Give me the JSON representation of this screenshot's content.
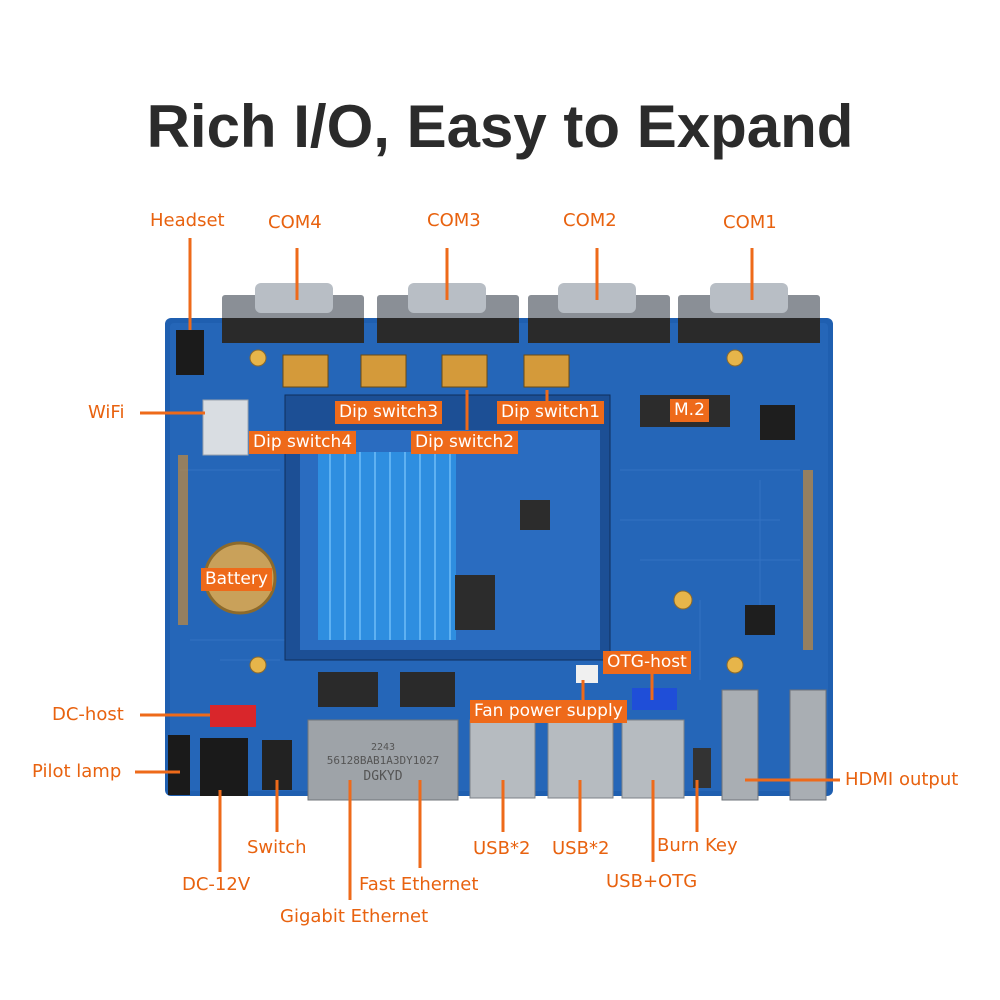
{
  "title": "Rich I/O, Easy to Expand",
  "colors": {
    "accent": "#ee6a1a",
    "board": "#1f5fb0",
    "heatsink": "#2e8ee0",
    "title": "#2b2b2b"
  },
  "labels": {
    "headset": "Headset",
    "com4": "COM4",
    "com3": "COM3",
    "com2": "COM2",
    "com1": "COM1",
    "wifi": "WiFi",
    "dc_host": "DC-host",
    "pilot_lamp": "Pilot lamp",
    "switch": "Switch",
    "dc_12v": "DC-12V",
    "gigabit_ethernet": "Gigabit Ethernet",
    "fast_ethernet": "Fast Ethernet",
    "usb2_a": "USB*2",
    "usb2_b": "USB*2",
    "usb_otg": "USB+OTG",
    "burn_key": "Burn Key",
    "hdmi_output": "HDMI output"
  },
  "tags": {
    "dip_switch3": "Dip switch3",
    "dip_switch1": "Dip switch1",
    "dip_switch4": "Dip switch4",
    "dip_switch2": "Dip switch2",
    "m2": "M.2",
    "battery": "Battery",
    "otg_host": "OTG-host",
    "fan_power_supply": "Fan power supply"
  },
  "board_print": {
    "lan_module": "DGKYD",
    "lan_code": "56128BAB1A3DY1027",
    "lan_date": "2243"
  }
}
